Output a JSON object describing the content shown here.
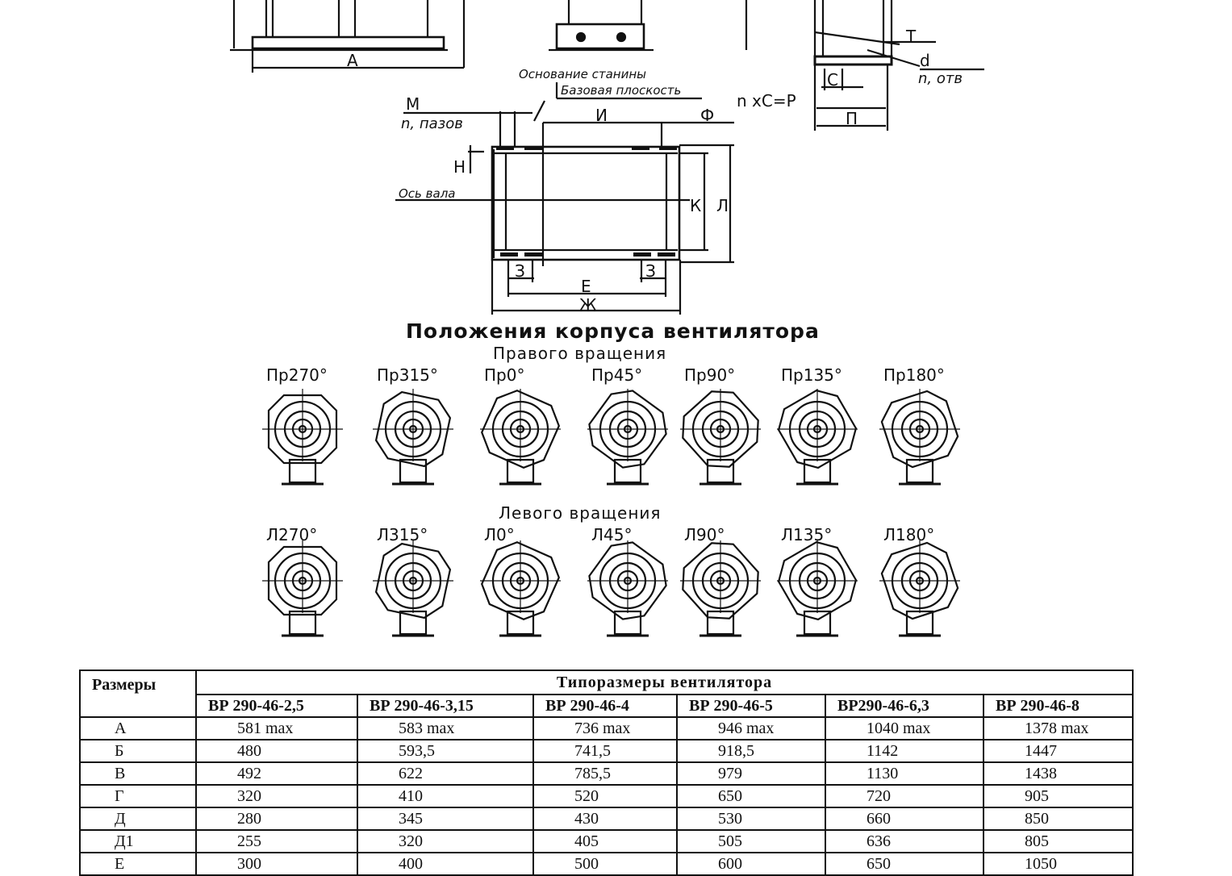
{
  "drawing": {
    "top_label_a": "А",
    "frame_base_label": "Основание станины",
    "base_plane_label": "Базовая плоскость",
    "label_m": "М",
    "slots_label": "n, пазов",
    "label_i": "И",
    "label_f": "Ф",
    "label_n": "Н",
    "shaft_axis_label": "Ось вала",
    "label_k": "К",
    "label_l": "Л",
    "label_z": "З",
    "label_e": "Е",
    "label_zh": "Ж",
    "label_t": "Т",
    "label_d": "d",
    "holes_label": "n, отв",
    "label_c": "С",
    "formula_label": "n xC=P",
    "label_p": "П"
  },
  "positions": {
    "title": "Положения корпуса вентилятора",
    "right_heading": "Правого вращения",
    "left_heading": "Левого вращения",
    "right": [
      {
        "label": "Пр270°"
      },
      {
        "label": "Пр315°"
      },
      {
        "label": "Пр0°"
      },
      {
        "label": "Пр45°"
      },
      {
        "label": "Пр90°"
      },
      {
        "label": "Пр135°"
      },
      {
        "label": "Пр180°"
      }
    ],
    "left": [
      {
        "label": "Л270°"
      },
      {
        "label": "Л315°"
      },
      {
        "label": "Л0°"
      },
      {
        "label": "Л45°"
      },
      {
        "label": "Л90°"
      },
      {
        "label": "Л135°"
      },
      {
        "label": "Л180°"
      }
    ]
  },
  "table": {
    "size_header": "Размеры",
    "group_header": "Типоразмеры вентилятора",
    "models": [
      "ВР 290-46-2,5",
      "ВР 290-46-3,15",
      "ВР 290-46-4",
      "ВР 290-46-5",
      "ВР290-46-6,3",
      "ВР 290-46-8"
    ],
    "rows": [
      {
        "label": "А",
        "values": [
          "581 max",
          "583 max",
          "736 max",
          "946 max",
          "1040 max",
          "1378 max"
        ]
      },
      {
        "label": "Б",
        "values": [
          "480",
          "593,5",
          "741,5",
          "918,5",
          "1142",
          "1447"
        ]
      },
      {
        "label": "В",
        "values": [
          "492",
          "622",
          "785,5",
          "979",
          "1130",
          "1438"
        ]
      },
      {
        "label": "Г",
        "values": [
          "320",
          "410",
          "520",
          "650",
          "720",
          "905"
        ]
      },
      {
        "label": "Д",
        "values": [
          "280",
          "345",
          "430",
          "530",
          "660",
          "850"
        ]
      },
      {
        "label": "Д1",
        "values": [
          "255",
          "320",
          "405",
          "505",
          "636",
          "805"
        ]
      },
      {
        "label": "Е",
        "values": [
          "300",
          "400",
          "500",
          "600",
          "650",
          "1050"
        ]
      }
    ]
  }
}
